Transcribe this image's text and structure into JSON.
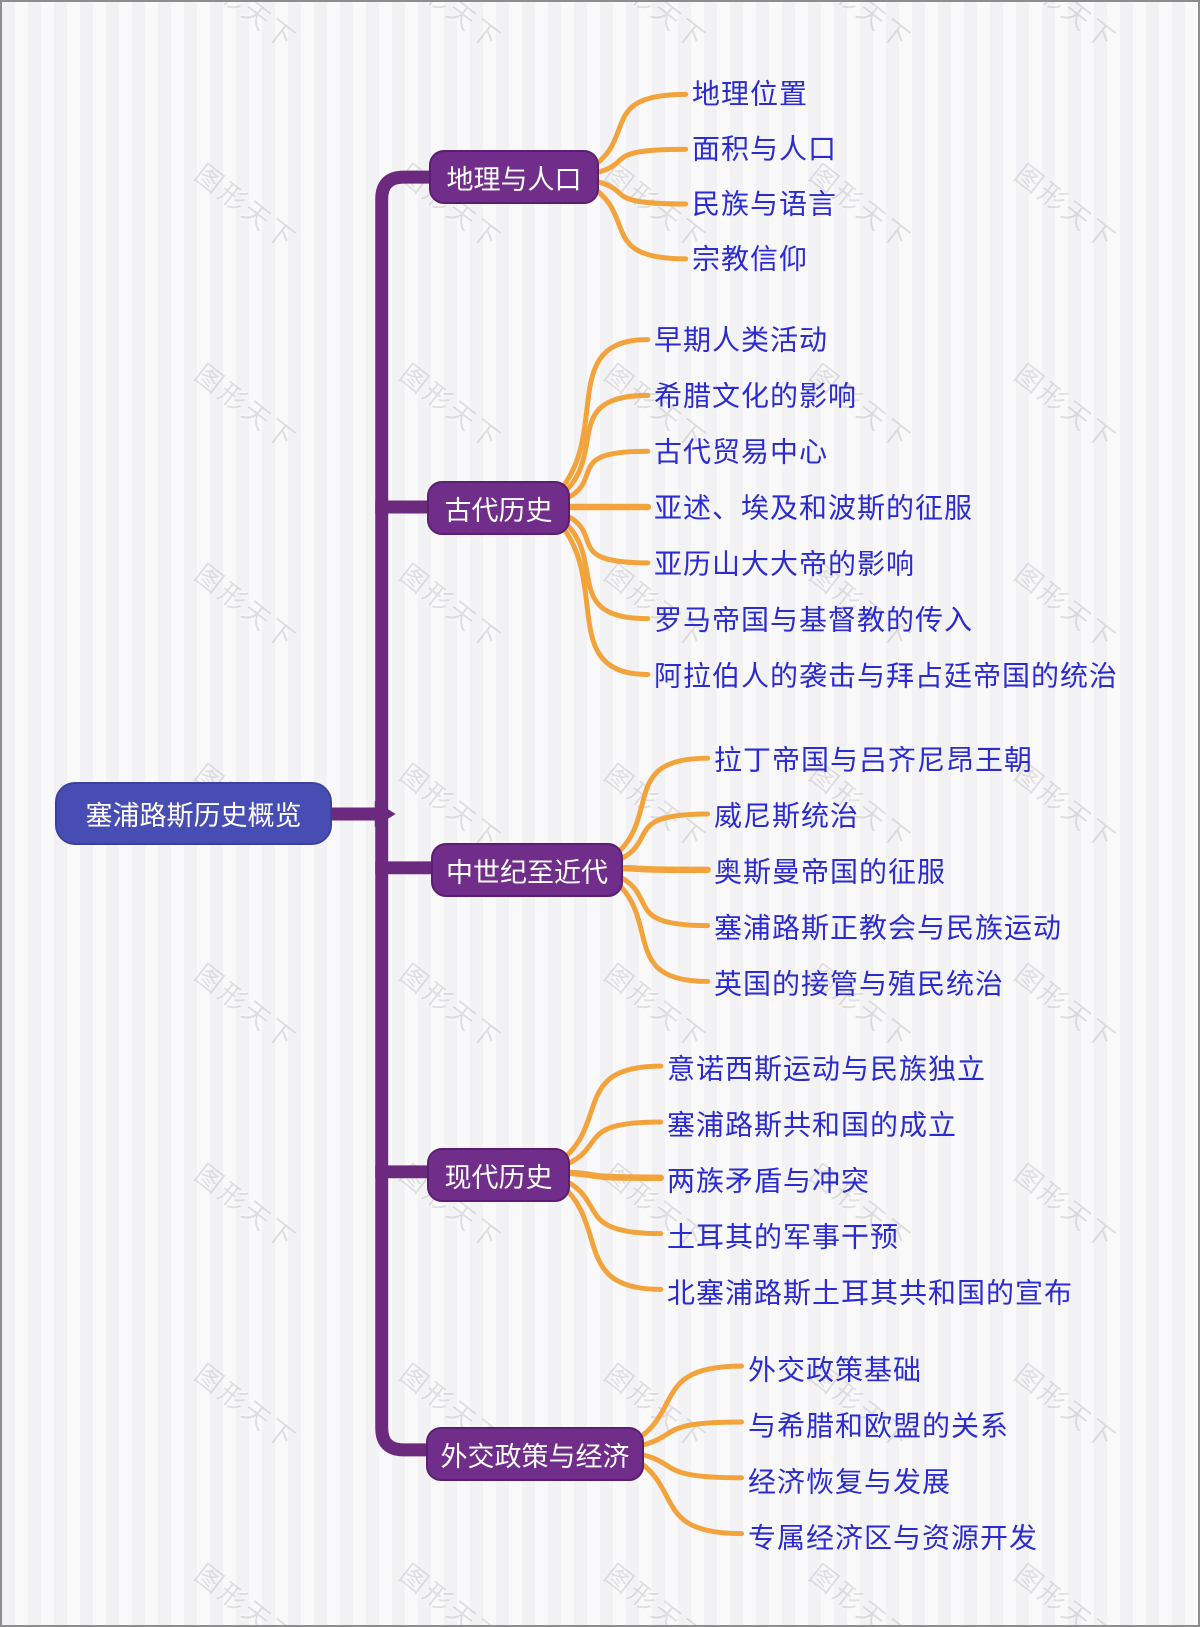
{
  "diagram": {
    "type": "mindmap",
    "watermark_text": "图形天下",
    "colors": {
      "root_fill": "#484db3",
      "branch_fill": "#702d8a",
      "trunk_line": "#6c2a7e",
      "leaf_line": "#f2a33c",
      "leaf_text": "#2b2bd0",
      "node_text": "#ffffff"
    },
    "root": {
      "label": "塞浦路斯历史概览"
    },
    "branches": [
      {
        "label": "地理与人口",
        "children": [
          "地理位置",
          "面积与人口",
          "民族与语言",
          "宗教信仰"
        ]
      },
      {
        "label": "古代历史",
        "children": [
          "早期人类活动",
          "希腊文化的影响",
          "古代贸易中心",
          "亚述、埃及和波斯的征服",
          "亚历山大大帝的影响",
          "罗马帝国与基督教的传入",
          "阿拉伯人的袭击与拜占廷帝国的统治"
        ]
      },
      {
        "label": "中世纪至近代",
        "children": [
          "拉丁帝国与吕齐尼昂王朝",
          "威尼斯统治",
          "奥斯曼帝国的征服",
          "塞浦路斯正教会与民族运动",
          "英国的接管与殖民统治"
        ]
      },
      {
        "label": "现代历史",
        "children": [
          "意诺西斯运动与民族独立",
          "塞浦路斯共和国的成立",
          "两族矛盾与冲突",
          "土耳其的军事干预",
          "北塞浦路斯土耳其共和国的宣布"
        ]
      },
      {
        "label": "外交政策与经济",
        "children": [
          "外交政策基础",
          "与希腊和欧盟的关系",
          "经济恢复与发展",
          "专属经济区与资源开发"
        ]
      }
    ]
  }
}
